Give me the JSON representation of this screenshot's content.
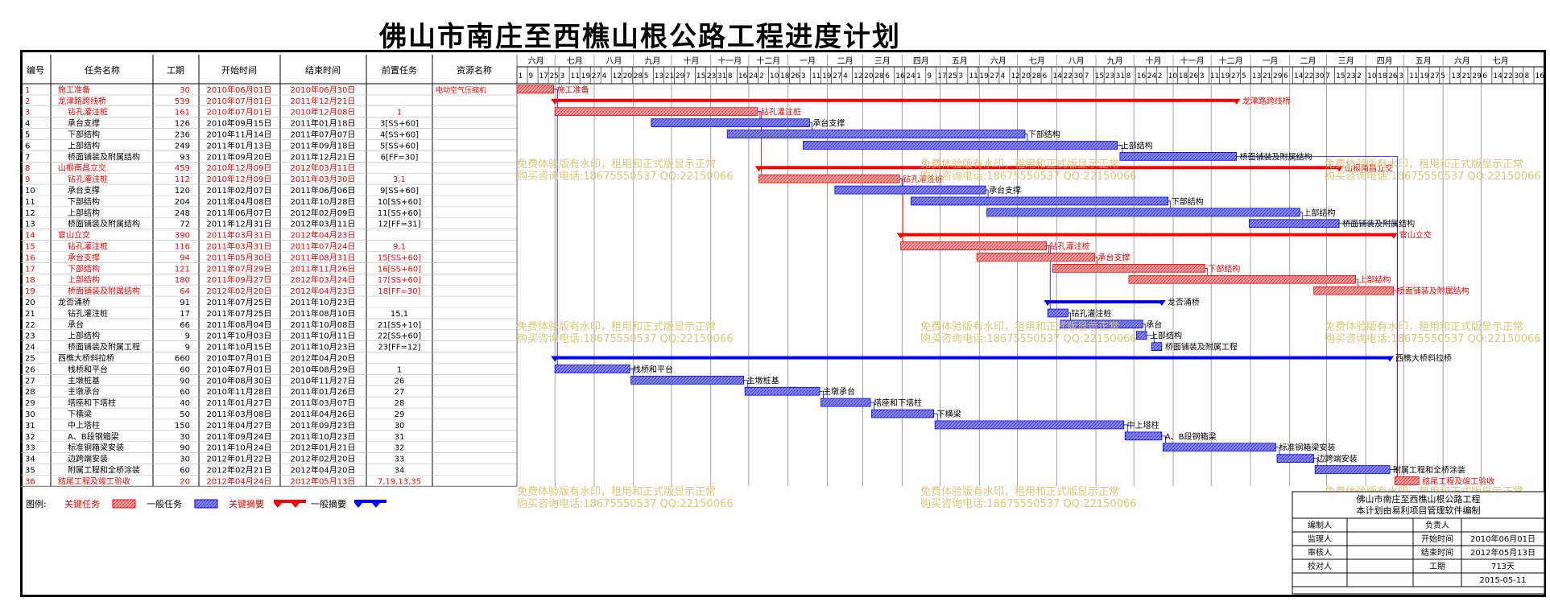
{
  "title": "佛山市南庄至西樵山根公路工程进度计划",
  "headers": [
    "编号",
    "任务名称",
    "工期",
    "开始时间",
    "结束时间",
    "前置任务",
    "资源名称"
  ],
  "months": [
    "六月",
    "七月",
    "八月",
    "九月",
    "十月",
    "十一月",
    "十二月",
    "一月",
    "二月",
    "三月",
    "四月",
    "五月",
    "六月",
    "七月",
    "八月",
    "九月",
    "十月",
    "十一月",
    "十二月",
    "一月",
    "二月",
    "三月",
    "四月",
    "五月",
    "六月",
    "七月"
  ],
  "day_ticks": [
    1,
    9,
    17,
    25,
    3,
    11,
    19,
    27,
    4,
    12,
    20,
    28,
    5,
    13,
    21,
    29,
    7,
    15,
    23,
    31,
    8,
    16,
    24,
    2,
    10,
    18,
    26,
    3,
    11,
    19,
    27,
    4,
    12,
    20,
    28,
    6,
    16,
    24,
    1,
    9,
    17,
    25,
    3,
    11,
    19,
    27,
    4,
    12,
    20,
    28,
    6,
    14,
    22,
    30,
    7,
    15,
    23,
    31,
    8,
    16,
    24,
    2,
    10,
    18,
    26,
    3,
    11,
    19,
    27,
    5,
    13,
    21,
    29,
    6,
    14,
    22,
    30,
    7,
    15,
    23,
    2,
    10,
    18,
    26,
    3,
    11,
    19,
    27,
    5,
    13,
    21,
    29,
    6,
    14,
    22,
    30,
    8,
    16
  ],
  "watermark": {
    "line1": "免费体验版有水印，租用和正式版显示正常",
    "line2": "购买咨询电话:18675550537 QQ:22150066"
  },
  "legend": {
    "label": "图例:",
    "critical": "关键任务",
    "normal": "一般任务",
    "critical_summary": "关键摘要",
    "normal_summary": "一般摘要"
  },
  "info_box": {
    "title": "佛山市南庄至西樵山根公路工程",
    "subtitle": "本计划由易利项目管理软件编制",
    "rows": [
      [
        "编制人",
        "",
        "负责人",
        ""
      ],
      [
        "监理人",
        "",
        "开始时间",
        "2010年06月01日"
      ],
      [
        "审核人",
        "",
        "结束时间",
        "2012年05月13日"
      ],
      [
        "校对人",
        "",
        "工期",
        "713天"
      ],
      [
        "",
        "",
        "",
        "2015-05-11"
      ]
    ]
  },
  "chart_data": {
    "type": "gantt",
    "x_start": "2010-06-01",
    "x_end": "2012-08-20",
    "tasks": [
      {
        "id": "1",
        "name": "施工准备",
        "duration": "30",
        "start": "2010年06月01日",
        "end": "2010年06月30日",
        "pred": "",
        "resource": "电动空气压缩机",
        "kind": "critical",
        "s": "2010-06-01",
        "e": "2010-06-30",
        "bar": "施工准备"
      },
      {
        "id": "2",
        "name": "龙津路跨线桥",
        "duration": "539",
        "start": "2010年07月01日",
        "end": "2011年12月21日",
        "pred": "",
        "resource": "",
        "kind": "critical_summary",
        "s": "2010-07-01",
        "e": "2011-12-21",
        "bar": "龙津路跨线桥"
      },
      {
        "id": "3",
        "name": "钻孔灌注桩",
        "duration": "161",
        "start": "2010年07月01日",
        "end": "2010年12月08日",
        "pred": "1",
        "resource": "",
        "kind": "critical",
        "s": "2010-07-01",
        "e": "2010-12-08",
        "bar": "钻孔灌注桩"
      },
      {
        "id": "4",
        "name": "承台支撑",
        "duration": "126",
        "start": "2010年09月15日",
        "end": "2011年01月18日",
        "pred": "3[SS+60]",
        "resource": "",
        "kind": "normal",
        "s": "2010-09-15",
        "e": "2011-01-18",
        "bar": "承台支撑"
      },
      {
        "id": "5",
        "name": "下部结构",
        "duration": "236",
        "start": "2010年11月14日",
        "end": "2011年07月07日",
        "pred": "4[SS+60]",
        "resource": "",
        "kind": "normal",
        "s": "2010-11-14",
        "e": "2011-07-07",
        "bar": "下部结构"
      },
      {
        "id": "6",
        "name": "上部结构",
        "duration": "249",
        "start": "2011年01月13日",
        "end": "2011年09月18日",
        "pred": "5[SS+60]",
        "resource": "",
        "kind": "normal",
        "s": "2011-01-13",
        "e": "2011-09-18",
        "bar": "上部结构"
      },
      {
        "id": "7",
        "name": "桥面铺装及附属结构",
        "duration": "93",
        "start": "2011年09月20日",
        "end": "2011年12月21日",
        "pred": "6[FF=30]",
        "resource": "",
        "kind": "normal",
        "s": "2011-09-20",
        "e": "2011-12-21",
        "bar": "桥面铺装及附属结构"
      },
      {
        "id": "8",
        "name": "山根南昌立交",
        "duration": "459",
        "start": "2010年12月09日",
        "end": "2012年03月11日",
        "pred": "",
        "resource": "",
        "kind": "critical_summary",
        "s": "2010-12-09",
        "e": "2012-03-11",
        "bar": "山根南昌立交"
      },
      {
        "id": "9",
        "name": "钻孔灌注桩",
        "duration": "112",
        "start": "2010年12月09日",
        "end": "2011年03月30日",
        "pred": "3,1",
        "resource": "",
        "kind": "critical",
        "s": "2010-12-09",
        "e": "2011-03-30",
        "bar": "钻孔灌注桩"
      },
      {
        "id": "10",
        "name": "承台支撑",
        "duration": "120",
        "start": "2011年02月07日",
        "end": "2011年06月06日",
        "pred": "9[SS+60]",
        "resource": "",
        "kind": "normal",
        "s": "2011-02-07",
        "e": "2011-06-06",
        "bar": "承台支撑"
      },
      {
        "id": "11",
        "name": "下部结构",
        "duration": "204",
        "start": "2011年04月08日",
        "end": "2011年10月28日",
        "pred": "10[SS+60]",
        "resource": "",
        "kind": "normal",
        "s": "2011-04-08",
        "e": "2011-10-28",
        "bar": "下部结构"
      },
      {
        "id": "12",
        "name": "上部结构",
        "duration": "248",
        "start": "2011年06月07日",
        "end": "2012年02月09日",
        "pred": "11[SS+60]",
        "resource": "",
        "kind": "normal",
        "s": "2011-06-07",
        "e": "2012-02-09",
        "bar": "上部结构"
      },
      {
        "id": "13",
        "name": "桥面铺装及附属结构",
        "duration": "72",
        "start": "2011年12月31日",
        "end": "2012年03月11日",
        "pred": "12[FF=31]",
        "resource": "",
        "kind": "normal",
        "s": "2011-12-31",
        "e": "2012-03-11",
        "bar": "桥面铺装及附属结构"
      },
      {
        "id": "14",
        "name": "官山立交",
        "duration": "390",
        "start": "2011年03月31日",
        "end": "2012年04月23日",
        "pred": "",
        "resource": "",
        "kind": "critical_summary",
        "s": "2011-03-31",
        "e": "2012-04-23",
        "bar": "官山立交"
      },
      {
        "id": "15",
        "name": "钻孔灌注桩",
        "duration": "116",
        "start": "2011年03月31日",
        "end": "2011年07月24日",
        "pred": "9,1",
        "resource": "",
        "kind": "critical",
        "s": "2011-03-31",
        "e": "2011-07-24",
        "bar": "钻孔灌注桩"
      },
      {
        "id": "16",
        "name": "承台支撑",
        "duration": "94",
        "start": "2011年05月30日",
        "end": "2011年08月31日",
        "pred": "15[SS+60]",
        "resource": "",
        "kind": "critical",
        "s": "2011-05-30",
        "e": "2011-08-31",
        "bar": "承台支撑"
      },
      {
        "id": "17",
        "name": "下部结构",
        "duration": "121",
        "start": "2011年07月29日",
        "end": "2011年11月26日",
        "pred": "16[SS+60]",
        "resource": "",
        "kind": "critical",
        "s": "2011-07-29",
        "e": "2011-11-26",
        "bar": "下部结构"
      },
      {
        "id": "18",
        "name": "上部结构",
        "duration": "180",
        "start": "2011年09月27日",
        "end": "2012年03月24日",
        "pred": "17[SS+60]",
        "resource": "",
        "kind": "critical",
        "s": "2011-09-27",
        "e": "2012-03-24",
        "bar": "上部结构"
      },
      {
        "id": "19",
        "name": "桥面铺装及附属结构",
        "duration": "64",
        "start": "2012年02月20日",
        "end": "2012年04月23日",
        "pred": "18[FF=30]",
        "resource": "",
        "kind": "critical",
        "s": "2012-02-20",
        "e": "2012-04-23",
        "bar": "桥面铺装及附属结构"
      },
      {
        "id": "20",
        "name": "龙否涌桥",
        "duration": "91",
        "start": "2011年07月25日",
        "end": "2011年10月23日",
        "pred": "",
        "resource": "",
        "kind": "normal_summary",
        "s": "2011-07-25",
        "e": "2011-10-23",
        "bar": "龙否涌桥"
      },
      {
        "id": "21",
        "name": "钻孔灌注桩",
        "duration": "17",
        "start": "2011年07月25日",
        "end": "2011年08月10日",
        "pred": "15,1",
        "resource": "",
        "kind": "normal",
        "s": "2011-07-25",
        "e": "2011-08-10",
        "bar": "钻孔灌注桩"
      },
      {
        "id": "22",
        "name": "承台",
        "duration": "66",
        "start": "2011年08月04日",
        "end": "2011年10月08日",
        "pred": "21[SS+10]",
        "resource": "",
        "kind": "normal",
        "s": "2011-08-04",
        "e": "2011-10-08",
        "bar": "承台"
      },
      {
        "id": "23",
        "name": "上部结构",
        "duration": "9",
        "start": "2011年10月03日",
        "end": "2011年10月11日",
        "pred": "22[SS+60]",
        "resource": "",
        "kind": "normal",
        "s": "2011-10-03",
        "e": "2011-10-11",
        "bar": "上部结构"
      },
      {
        "id": "24",
        "name": "桥面铺装及附属工程",
        "duration": "9",
        "start": "2011年10月15日",
        "end": "2011年10月23日",
        "pred": "23[FF=12]",
        "resource": "",
        "kind": "normal",
        "s": "2011-10-15",
        "e": "2011-10-23",
        "bar": "桥面铺装及附属工程"
      },
      {
        "id": "25",
        "name": "西樵大桥斜拉桥",
        "duration": "660",
        "start": "2010年07月01日",
        "end": "2012年04月20日",
        "pred": "",
        "resource": "",
        "kind": "normal_summary",
        "s": "2010-07-01",
        "e": "2012-04-20",
        "bar": "西樵大桥斜拉桥"
      },
      {
        "id": "26",
        "name": "栈桥和平台",
        "duration": "60",
        "start": "2010年07月01日",
        "end": "2010年08月29日",
        "pred": "1",
        "resource": "",
        "kind": "normal",
        "s": "2010-07-01",
        "e": "2010-08-29",
        "bar": "栈桥和平台"
      },
      {
        "id": "27",
        "name": "主墩桩基",
        "duration": "90",
        "start": "2010年08月30日",
        "end": "2010年11月27日",
        "pred": "26",
        "resource": "",
        "kind": "normal",
        "s": "2010-08-30",
        "e": "2010-11-27",
        "bar": "主墩桩基"
      },
      {
        "id": "28",
        "name": "主墩承台",
        "duration": "60",
        "start": "2010年11月28日",
        "end": "2011年01月26日",
        "pred": "27",
        "resource": "",
        "kind": "normal",
        "s": "2010-11-28",
        "e": "2011-01-26",
        "bar": "主墩承台"
      },
      {
        "id": "29",
        "name": "塔座和下塔柱",
        "duration": "40",
        "start": "2011年01月27日",
        "end": "2011年03月07日",
        "pred": "28",
        "resource": "",
        "kind": "normal",
        "s": "2011-01-27",
        "e": "2011-03-07",
        "bar": "塔座和下塔柱"
      },
      {
        "id": "30",
        "name": "下横梁",
        "duration": "50",
        "start": "2011年03月08日",
        "end": "2011年04月26日",
        "pred": "29",
        "resource": "",
        "kind": "normal",
        "s": "2011-03-08",
        "e": "2011-04-26",
        "bar": "下横梁"
      },
      {
        "id": "31",
        "name": "中上塔柱",
        "duration": "150",
        "start": "2011年04月27日",
        "end": "2011年09月23日",
        "pred": "30",
        "resource": "",
        "kind": "normal",
        "s": "2011-04-27",
        "e": "2011-09-23",
        "bar": "中上塔柱"
      },
      {
        "id": "32",
        "name": "A、B段钢箱梁",
        "duration": "30",
        "start": "2011年09月24日",
        "end": "2011年10月23日",
        "pred": "31",
        "resource": "",
        "kind": "normal",
        "s": "2011-09-24",
        "e": "2011-10-23",
        "bar": "A、B段钢箱梁"
      },
      {
        "id": "33",
        "name": "标准钢箱梁安装",
        "duration": "90",
        "start": "2011年10月24日",
        "end": "2012年01月21日",
        "pred": "32",
        "resource": "",
        "kind": "normal",
        "s": "2011-10-24",
        "e": "2012-01-21",
        "bar": "标准钢箱梁安装"
      },
      {
        "id": "34",
        "name": "边跨端安装",
        "duration": "30",
        "start": "2012年01月22日",
        "end": "2012年02月20日",
        "pred": "33",
        "resource": "",
        "kind": "normal",
        "s": "2012-01-22",
        "e": "2012-02-20",
        "bar": "边跨端安装"
      },
      {
        "id": "35",
        "name": "附属工程和全桥涂装",
        "duration": "60",
        "start": "2012年02月21日",
        "end": "2012年04月20日",
        "pred": "34",
        "resource": "",
        "kind": "normal",
        "s": "2012-02-21",
        "e": "2012-04-20",
        "bar": "附属工程和全桥涂装"
      },
      {
        "id": "36",
        "name": "结尾工程及竣工验收",
        "duration": "20",
        "start": "2012年04月24日",
        "end": "2012年05月13日",
        "pred": "7,19,13,35",
        "resource": "",
        "kind": "critical",
        "s": "2012-04-24",
        "e": "2012-05-13",
        "bar": "结尾工程及竣工验收"
      }
    ],
    "links": [
      [
        "1",
        "3"
      ],
      [
        "3",
        "9"
      ],
      [
        "9",
        "15"
      ],
      [
        "15",
        "21"
      ],
      [
        "1",
        "26"
      ],
      [
        "26",
        "27"
      ],
      [
        "27",
        "28"
      ],
      [
        "28",
        "29"
      ],
      [
        "29",
        "30"
      ],
      [
        "30",
        "31"
      ],
      [
        "31",
        "32"
      ],
      [
        "32",
        "33"
      ],
      [
        "33",
        "34"
      ],
      [
        "34",
        "35"
      ],
      [
        "35",
        "36"
      ],
      [
        "7",
        "36"
      ],
      [
        "13",
        "36"
      ],
      [
        "19",
        "36"
      ],
      [
        "3",
        "4"
      ],
      [
        "4",
        "5"
      ],
      [
        "5",
        "6"
      ],
      [
        "6",
        "7"
      ],
      [
        "9",
        "10"
      ],
      [
        "10",
        "11"
      ],
      [
        "11",
        "12"
      ],
      [
        "12",
        "13"
      ],
      [
        "15",
        "16"
      ],
      [
        "16",
        "17"
      ],
      [
        "17",
        "18"
      ],
      [
        "18",
        "19"
      ],
      [
        "21",
        "22"
      ],
      [
        "22",
        "23"
      ],
      [
        "23",
        "24"
      ]
    ]
  }
}
